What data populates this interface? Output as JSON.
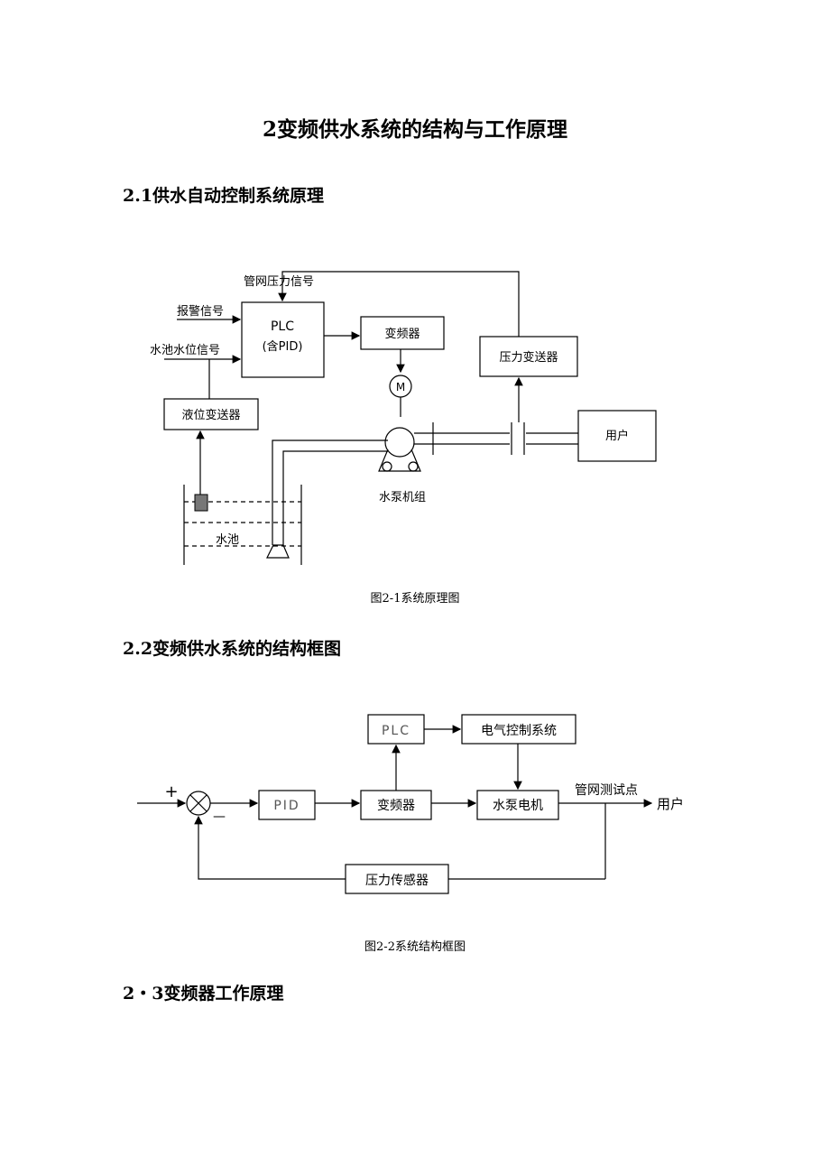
{
  "title": "2变频供水系统的结构与工作原理",
  "sections": [
    {
      "heading": "2.1供水自动控制系统原理"
    },
    {
      "heading": "2.2变频供水系统的结构框图"
    },
    {
      "heading": "2・3变频器工作原理"
    }
  ],
  "figure1": {
    "caption": "图2-1系统原理图",
    "labels": {
      "pipe_pressure_signal": "管网压力信号",
      "alarm_signal": "报警信号",
      "level_signal": "水池水位信号",
      "plc": "PLC",
      "plc_sub": "(含PID)",
      "inverter": "变频器",
      "motor": "M",
      "pressure_transmitter": "压力变送器",
      "level_transmitter": "液位变送器",
      "user": "用户",
      "pump_unit": "水泵机组",
      "tank": "水池"
    }
  },
  "figure2": {
    "caption": "图2-2系统结构框图",
    "labels": {
      "plus": "+",
      "minus": "—",
      "pid": "PID",
      "plc": "PLC",
      "electric_control": "电气控制系统",
      "inverter": "变频器",
      "pump_motor": "水泵电机",
      "test_point": "管网测试点",
      "user": "用户",
      "pressure_sensor": "压力传感器"
    }
  }
}
